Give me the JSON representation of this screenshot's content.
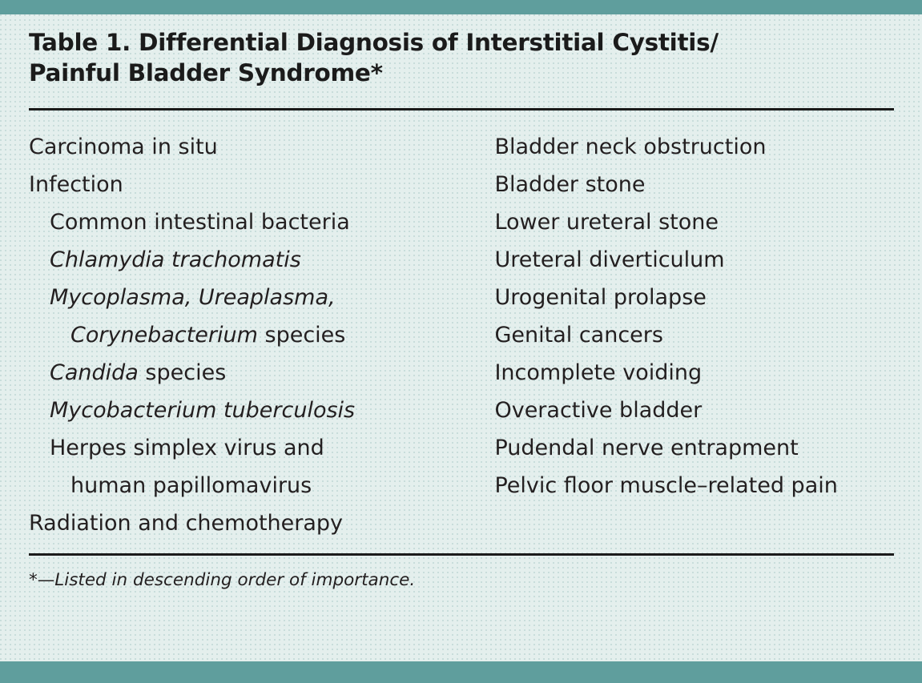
{
  "colors": {
    "accent_bar": "#5f9e9d",
    "background": "#e4efed",
    "rule": "#1b1b1b",
    "text": "#231f20"
  },
  "table": {
    "title": "Table 1. Differential Diagnosis of Interstitial Cystitis/\nPainful Bladder Syndrome*",
    "footnote": "*—Listed in descending order of importance.",
    "left_column": [
      {
        "text": "Carcinoma in situ",
        "indent": 0
      },
      {
        "text": "Infection",
        "indent": 0
      },
      {
        "text": "Common intestinal bacteria",
        "indent": 1
      },
      {
        "text": "Chlamydia trachomatis",
        "indent": 1,
        "italic": true
      },
      {
        "text": "Mycoplasma, Ureaplasma,",
        "wrap_italic": "Corynebacterium",
        "wrap_roman": " species",
        "indent": 1,
        "italic": true
      },
      {
        "text": "Candida",
        "roman_suffix": " species",
        "indent": 1,
        "italic": true
      },
      {
        "text": "Mycobacterium tuberculosis",
        "indent": 1,
        "italic": true
      },
      {
        "text": "Herpes simplex virus and",
        "wrap_roman": "human papillomavirus",
        "indent": 1
      },
      {
        "text": "Radiation and chemotherapy",
        "indent": 0
      }
    ],
    "right_column": [
      {
        "text": "Bladder neck obstruction",
        "indent": 0
      },
      {
        "text": "Bladder stone",
        "indent": 0
      },
      {
        "text": "Lower ureteral stone",
        "indent": 0
      },
      {
        "text": "Ureteral diverticulum",
        "indent": 0
      },
      {
        "text": "Urogenital prolapse",
        "indent": 0
      },
      {
        "text": "Genital cancers",
        "indent": 0
      },
      {
        "text": "Incomplete voiding",
        "indent": 0
      },
      {
        "text": "Overactive bladder",
        "indent": 0
      },
      {
        "text": "Pudendal nerve entrapment",
        "indent": 0
      },
      {
        "text": "Pelvic floor muscle–related pain",
        "indent": 0
      }
    ]
  }
}
